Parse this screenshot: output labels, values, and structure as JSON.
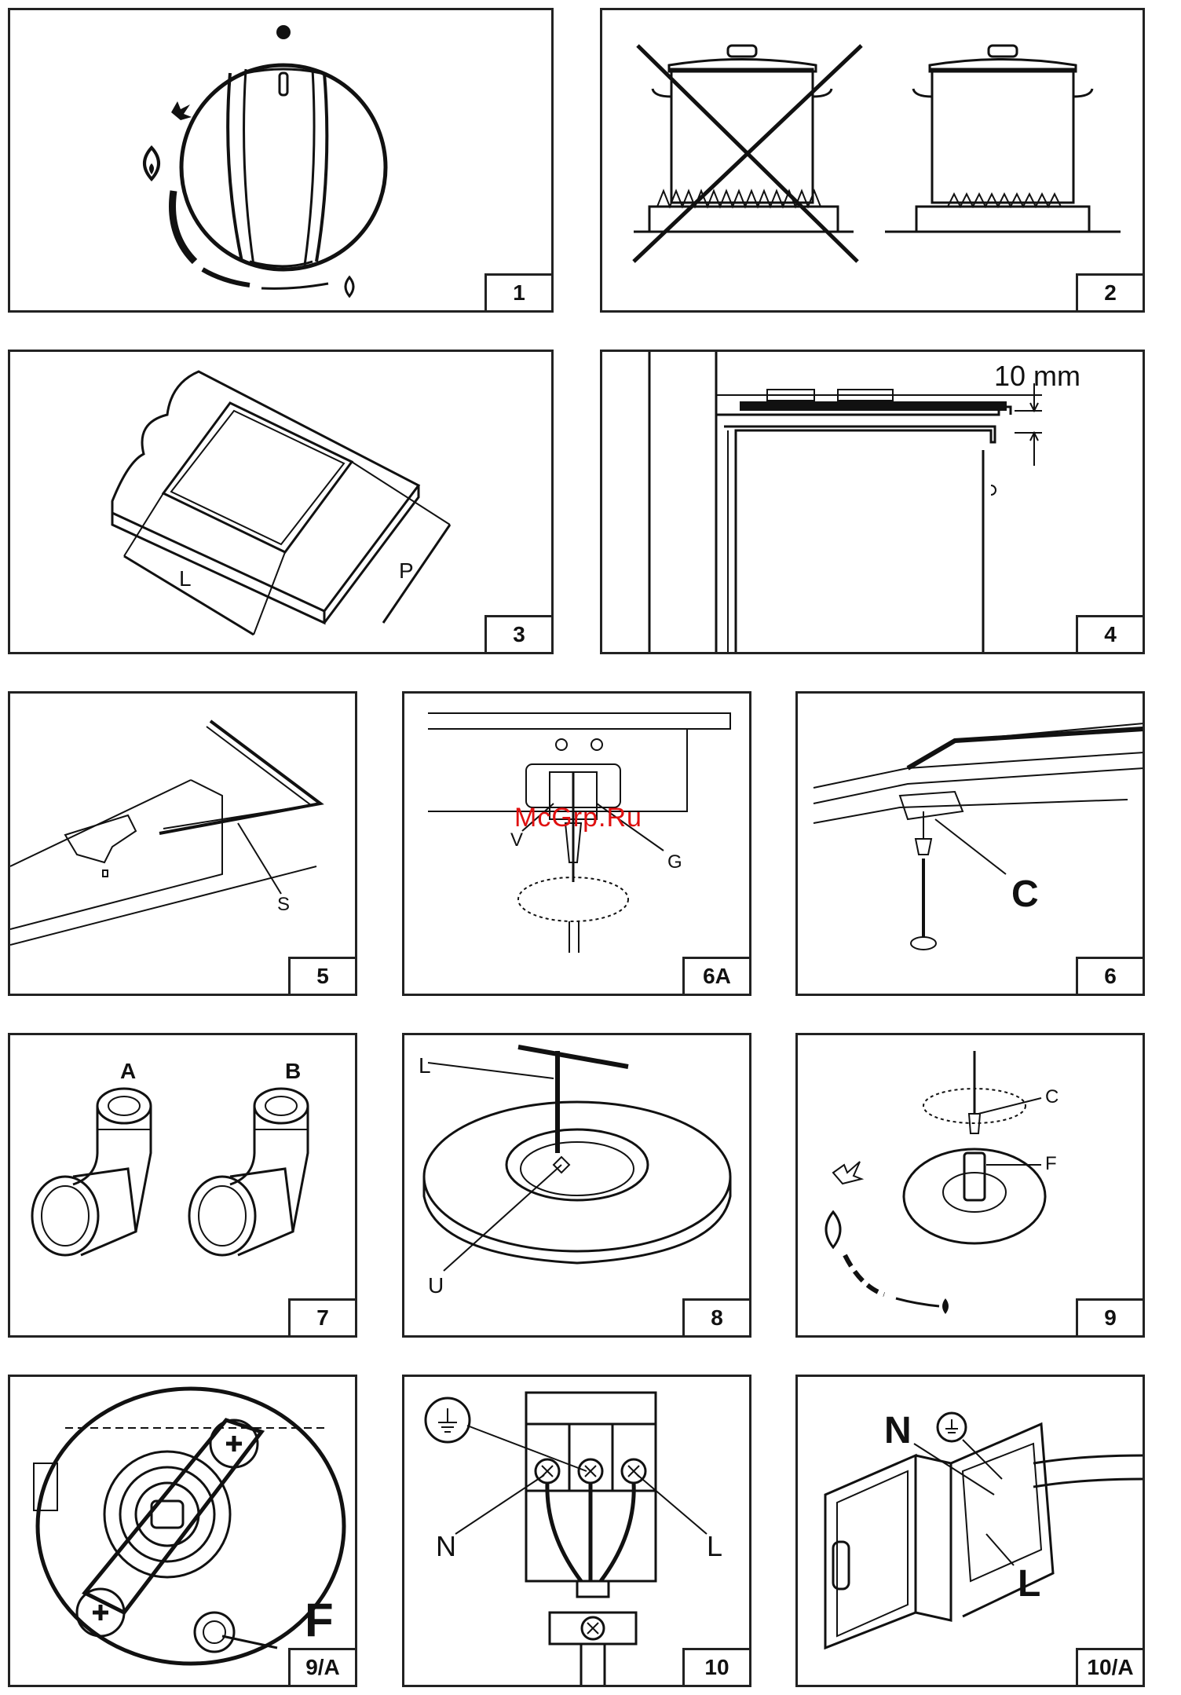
{
  "watermark": "McGrp.Ru",
  "figures": [
    {
      "id": "1",
      "tag": "1"
    },
    {
      "id": "2",
      "tag": "2"
    },
    {
      "id": "3",
      "tag": "3",
      "labels": {
        "l": "L",
        "p": "P"
      }
    },
    {
      "id": "4",
      "tag": "4",
      "labels": {
        "dim": "10 mm"
      }
    },
    {
      "id": "5",
      "tag": "5",
      "labels": {
        "s": "S"
      }
    },
    {
      "id": "6A",
      "tag": "6A",
      "labels": {
        "v": "V",
        "g": "G"
      }
    },
    {
      "id": "6",
      "tag": "6",
      "labels": {
        "c": "C"
      }
    },
    {
      "id": "7",
      "tag": "7",
      "labels": {
        "a": "A",
        "b": "B"
      }
    },
    {
      "id": "8",
      "tag": "8",
      "labels": {
        "l": "L",
        "u": "U"
      }
    },
    {
      "id": "9",
      "tag": "9",
      "labels": {
        "c": "C",
        "f": "F"
      }
    },
    {
      "id": "9A",
      "tag": "9/A",
      "labels": {
        "f": "F"
      }
    },
    {
      "id": "10",
      "tag": "10",
      "labels": {
        "n": "N",
        "l": "L"
      }
    },
    {
      "id": "10A",
      "tag": "10/A",
      "labels": {
        "n": "N",
        "l": "L"
      }
    }
  ]
}
